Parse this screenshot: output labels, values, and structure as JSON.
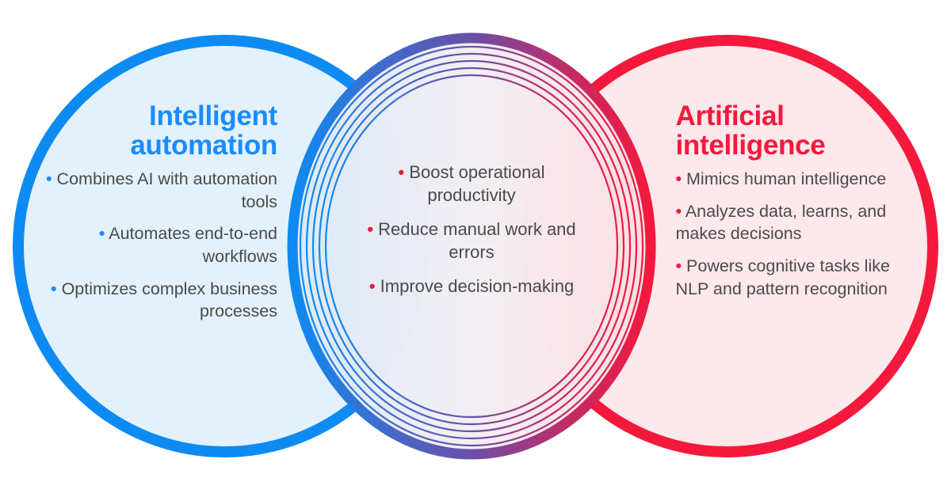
{
  "diagram": {
    "type": "venn",
    "title_visible": false,
    "background": "#ffffff",
    "colors": {
      "left_accent": "#0d8bf2",
      "left_fill": "#e3f1fc",
      "right_accent": "#f4193c",
      "right_fill": "#fde8ec",
      "center_fill": "#f0eef6",
      "gradient_start": "#0d8bf2",
      "gradient_mid": "#6b4fa8",
      "gradient_end": "#f4193c",
      "body_text": "#4a4a4a"
    }
  },
  "left": {
    "title": "Intelligent automation",
    "title_color": "#1a8cff",
    "bullet_color": "#1a8cff",
    "bullets": [
      "Combines AI with automation tools",
      "Automates end-to-end workflows",
      "Optimizes complex business processes"
    ]
  },
  "center": {
    "bullet_color": "#f4193c",
    "bullets": [
      "Boost operational productivity",
      "Reduce manual work and errors",
      "Improve decision-making"
    ]
  },
  "right": {
    "title": "Artificial intelligence",
    "title_color": "#f4193c",
    "bullet_color": "#f4193c",
    "bullets": [
      "Mimics human intelligence",
      "Analyzes data, learns, and makes decisions",
      "Powers cognitive tasks like NLP and pattern recognition"
    ]
  },
  "bullet_glyph": "•"
}
